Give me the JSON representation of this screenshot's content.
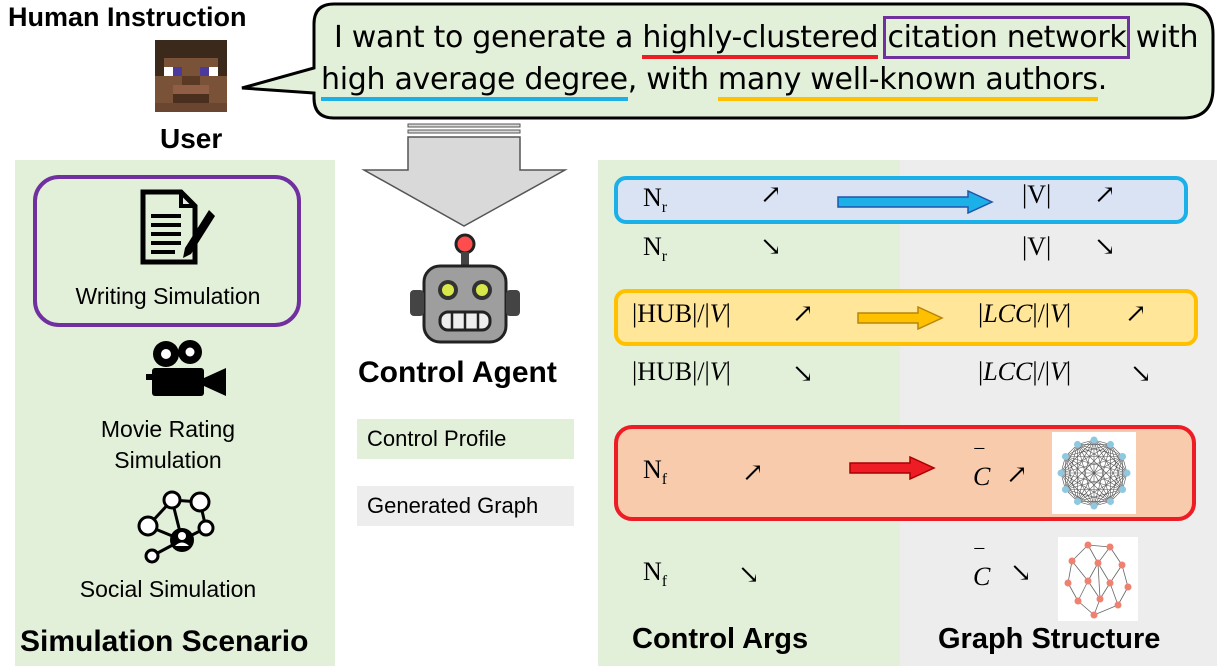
{
  "header": {
    "human_instruction": "Human Instruction",
    "user": "User",
    "instruction_parts": [
      "I want to generate a ",
      "highly-clustered",
      " ",
      "citation network",
      " with",
      "high average degree",
      ", with ",
      "many well-known authors",
      "."
    ]
  },
  "left": {
    "title": "Simulation Scenario",
    "scenarios": [
      {
        "name": "Writing Simulation",
        "icon": "document-pen-icon"
      },
      {
        "name": "Movie Rating Simulation",
        "icon": "movie-camera-icon"
      },
      {
        "name": "Social Simulation",
        "icon": "social-network-icon"
      }
    ],
    "movie_line1": "Movie Rating",
    "movie_line2": "Simulation"
  },
  "middle": {
    "agent_title": "Control Agent",
    "legend_profile": "Control Profile",
    "legend_graph": "Generated Graph",
    "colors": {
      "profile": "#e2efd9",
      "graph": "#ededed"
    }
  },
  "right": {
    "args_title": "Control Args",
    "graph_title": "Graph Structure",
    "nr": "N",
    "nr_sub": "r",
    "nf_sub": "f",
    "v": "|V|",
    "hub": "|HUB|/|",
    "lcc_open": "|",
    "lcc": "LCC",
    "lcc_mid": "|/|",
    "vi": "V",
    "close": "|",
    "c": "C",
    "up": "↗",
    "down": "↘"
  },
  "colors": {
    "blue_box": "#dae3f3",
    "blue_border": "#1cb0e8",
    "yellow_box": "#ffe699",
    "yellow_border": "#ffc000",
    "red_box": "#f8cbad",
    "red_border": "#ee1c25",
    "purple": "#7030a0"
  }
}
